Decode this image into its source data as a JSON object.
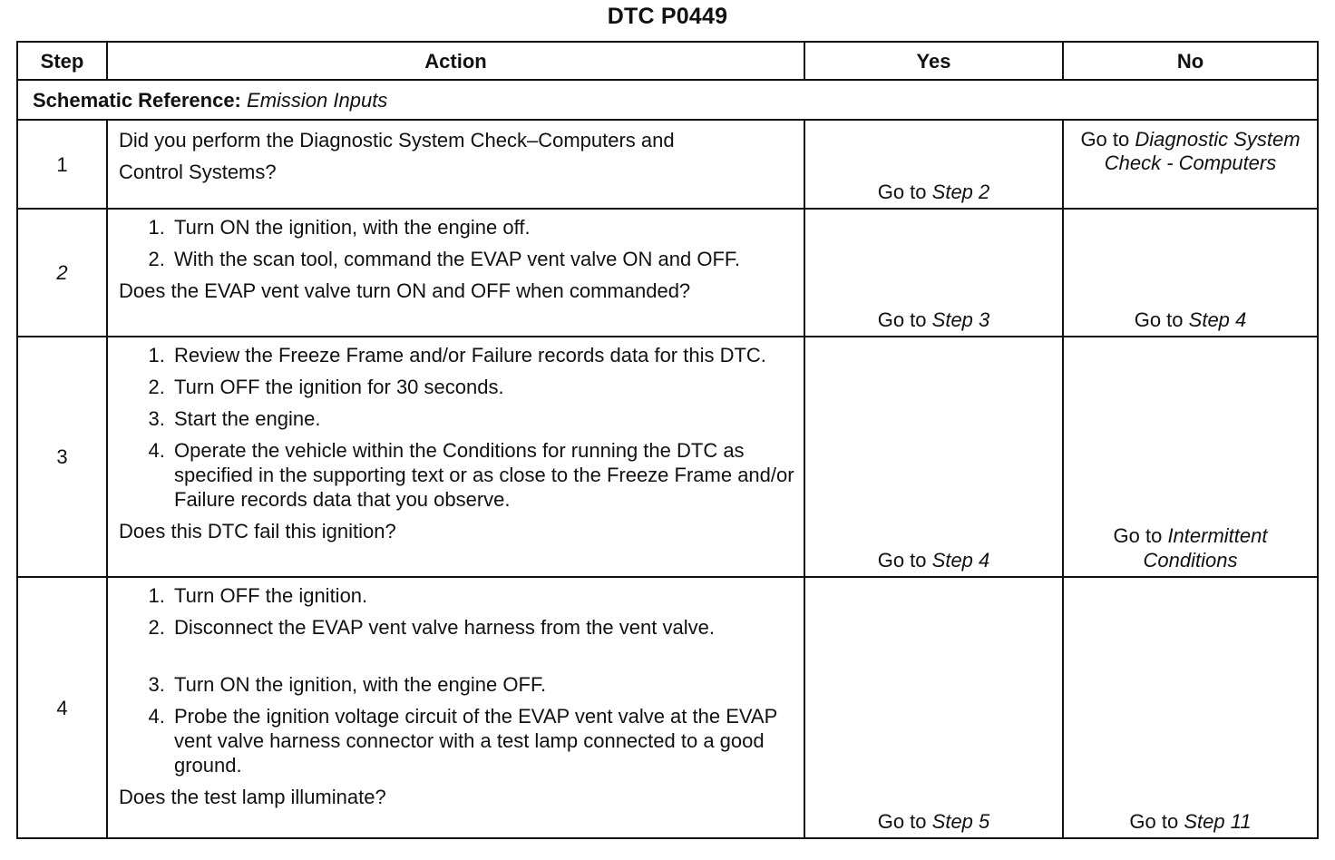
{
  "title": "DTC P0449",
  "headers": {
    "step": "Step",
    "action": "Action",
    "yes": "Yes",
    "no": "No"
  },
  "schematic": {
    "label": "Schematic Reference:",
    "value": "Emission Inputs"
  },
  "rows": [
    {
      "step": "1",
      "intro_line1": "Did you perform the Diagnostic System Check–Computers  and",
      "intro_line2": "Control  Systems?",
      "yes_prefix": "Go to",
      "yes_link": "Step 2",
      "no_prefix": "Go to",
      "no_link": "Diagnostic System Check - Computers"
    },
    {
      "step": "2",
      "items": [
        "Turn ON the ignition, with the engine off.",
        "With the scan tool, command the EVAP vent valve ON and OFF."
      ],
      "question": "Does the EVAP vent valve turn ON and OFF when commanded?",
      "yes_prefix": "Go to",
      "yes_link": "Step 3",
      "no_prefix": "Go to",
      "no_link": "Step 4"
    },
    {
      "step": "3",
      "items": [
        "Review the Freeze Frame and/or Failure records data for this DTC.",
        "Turn OFF the ignition for 30 seconds.",
        "Start the engine.",
        "Operate the vehicle within the Conditions for running the DTC as specified in the supporting text or as close to the Freeze Frame and/or Failure records data that you observe."
      ],
      "question": "Does this DTC fail this ignition?",
      "yes_prefix": "Go to",
      "yes_link": "Step 4",
      "no_prefix": "Go to",
      "no_link": "Intermittent Conditions"
    },
    {
      "step": "4",
      "items": [
        "Turn OFF the ignition.",
        "Disconnect the EVAP vent valve harness from the vent valve.",
        "Turn ON the ignition, with the engine OFF.",
        "Probe the ignition voltage circuit of the EVAP vent valve at the EVAP vent valve harness connector with a test lamp connected to a good ground."
      ],
      "question": "Does the test lamp illuminate?",
      "yes_prefix": "Go to",
      "yes_link": "Step 5",
      "no_prefix": "Go to",
      "no_link": "Step 11"
    }
  ]
}
